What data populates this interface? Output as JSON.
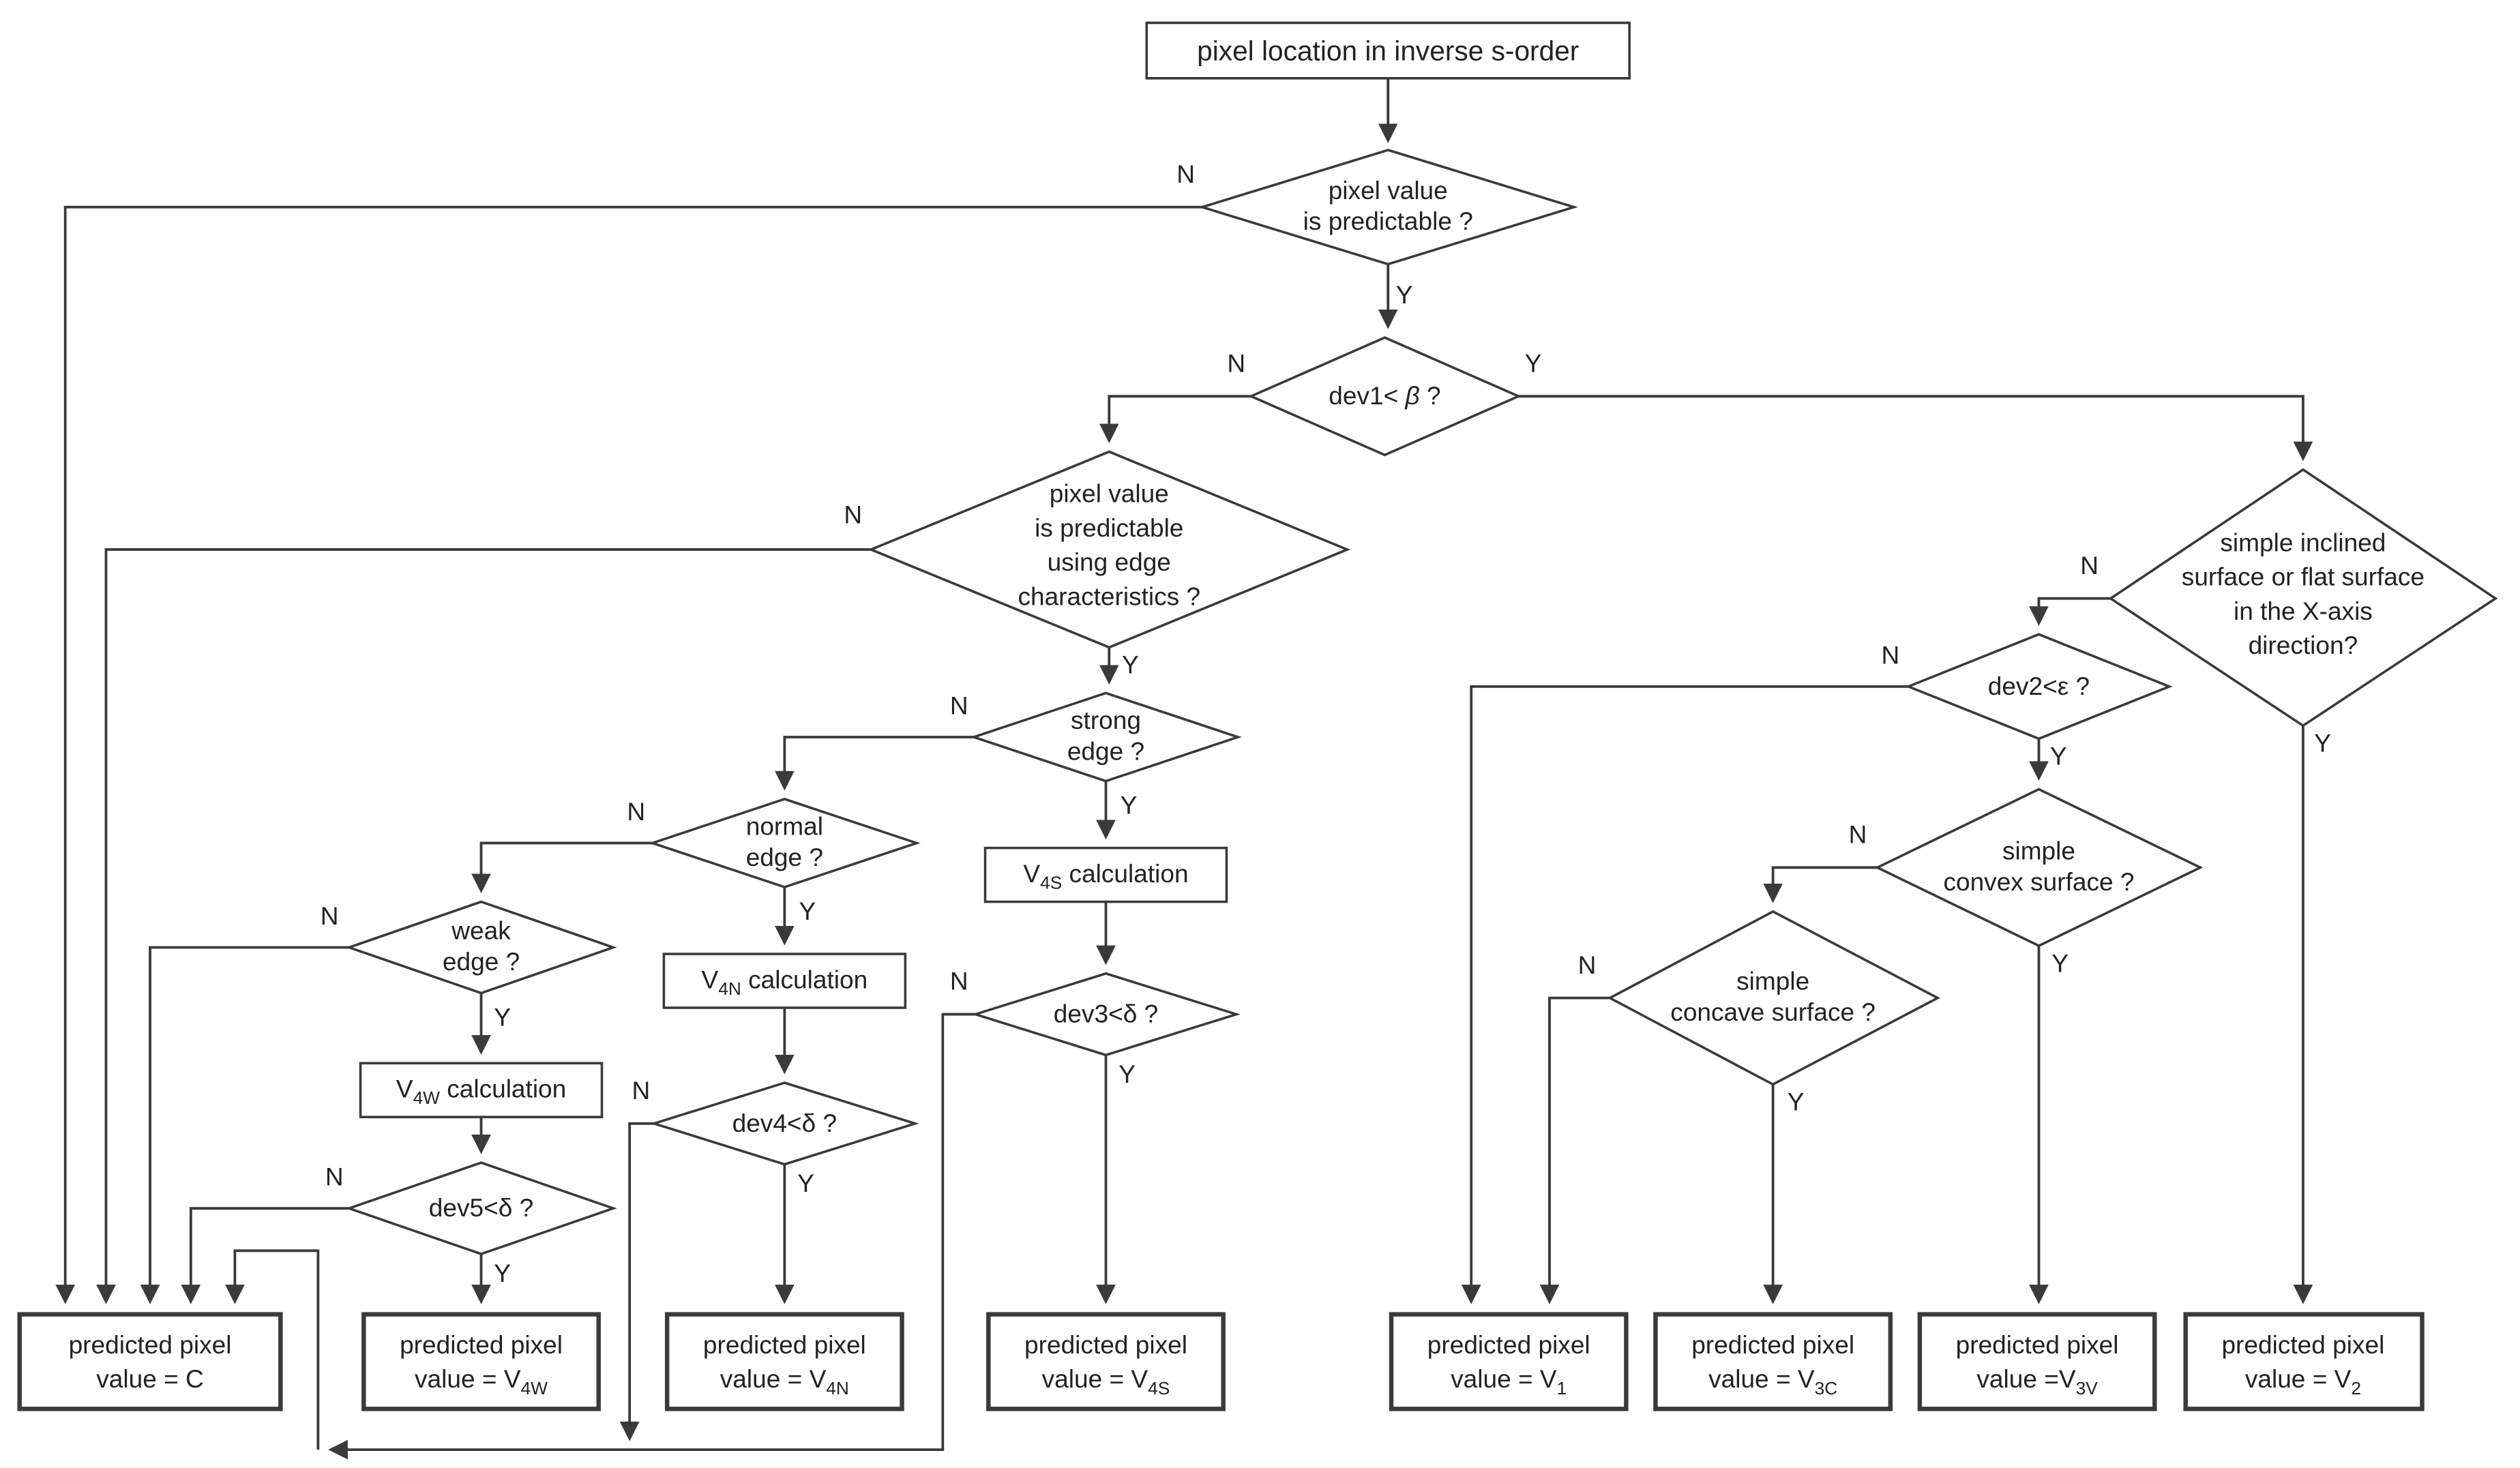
{
  "labels": {
    "no": "N",
    "yes": "Y"
  },
  "colors": {
    "line": "#3a3a3a",
    "text": "#222222",
    "background": "#ffffff",
    "fill": "#ffffff"
  },
  "nodes": {
    "start": {
      "text": "pixel location in inverse s-order"
    },
    "predictable": {
      "line1": "pixel value",
      "line2": "is predictable ?"
    },
    "dev1": {
      "pre": "dev1< ",
      "sym": "β",
      "post": " ?"
    },
    "edge_predictable": {
      "line1": "pixel value",
      "line2": "is predictable",
      "line3": "using edge",
      "line4": "characteristics ?"
    },
    "strong_edge": {
      "line1": "strong",
      "line2": "edge ?"
    },
    "normal_edge": {
      "line1": "normal",
      "line2": "edge ?"
    },
    "weak_edge": {
      "line1": "weak",
      "line2": "edge ?"
    },
    "v4s_calc": {
      "pre": "V",
      "sub": "4S",
      "post": " calculation"
    },
    "v4n_calc": {
      "pre": "V",
      "sub": "4N",
      "post": " calculation"
    },
    "v4w_calc": {
      "pre": "V",
      "sub": "4W",
      "post": " calculation"
    },
    "dev3": {
      "text": "dev3<δ ?"
    },
    "dev4": {
      "text": "dev4<δ ?"
    },
    "dev5": {
      "text": "dev5<δ ?"
    },
    "inclined": {
      "line1": "simple inclined",
      "line2": "surface or flat surface",
      "line3": "in the X-axis",
      "line4": "direction?"
    },
    "dev2": {
      "text": "dev2<ε ?"
    },
    "convex": {
      "line1": "simple",
      "line2": "convex surface ?"
    },
    "concave": {
      "line1": "simple",
      "line2": "concave surface ?"
    },
    "result_c": {
      "line1": "predicted pixel",
      "pre": "value = C",
      "sub": ""
    },
    "result_v4w": {
      "line1": "predicted pixel",
      "pre": "value = V",
      "sub": "4W"
    },
    "result_v4n": {
      "line1": "predicted pixel",
      "pre": "value = V",
      "sub": "4N"
    },
    "result_v4s": {
      "line1": "predicted pixel",
      "pre": "value = V",
      "sub": "4S"
    },
    "result_v1": {
      "line1": "predicted pixel",
      "pre": "value = V",
      "sub": "1"
    },
    "result_v3c": {
      "line1": "predicted pixel",
      "pre": "value = V",
      "sub": "3C"
    },
    "result_v3v": {
      "line1": "predicted pixel",
      "pre": "value =V",
      "sub": "3V"
    },
    "result_v2": {
      "line1": "predicted pixel",
      "pre": "value = V",
      "sub": "2"
    }
  }
}
